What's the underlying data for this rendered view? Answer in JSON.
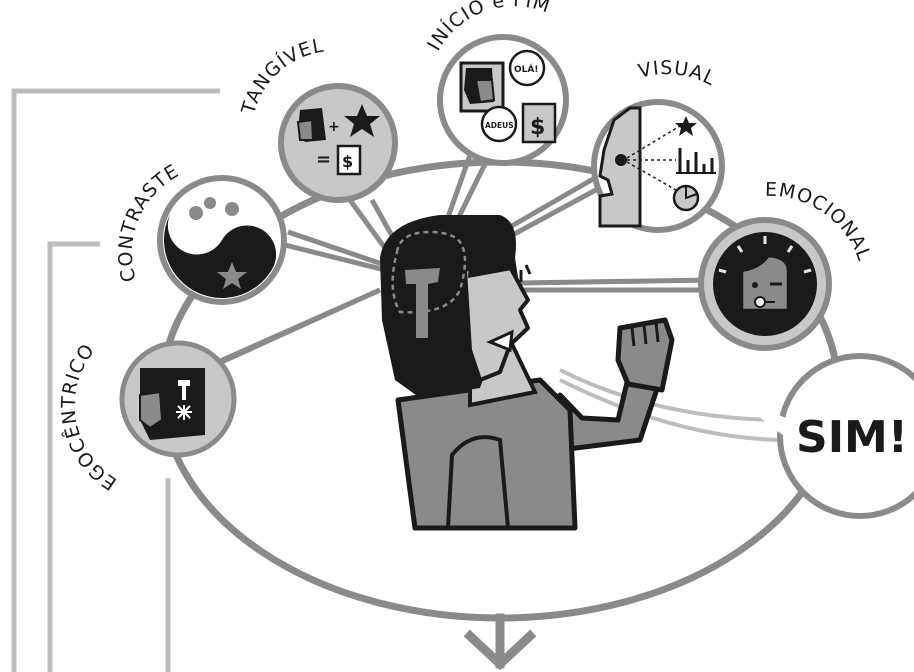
{
  "labels": {
    "egocentrico": "EGOCÊNTRICO",
    "contraste": "CONTRASTE",
    "tangivel": "TANGÍVEL",
    "inicio_fim": "INÍCIO e FIM",
    "visual": "VISUAL",
    "emocional": "EMOCIONAL"
  },
  "bubbles": {
    "ola": "OLÁ!",
    "adeus": "ADEUS",
    "dollar": "$",
    "plus": "+",
    "equals": "=",
    "sim": "SIM!"
  },
  "colors": {
    "ink": "#1a1a1a",
    "mid_gray": "#8a8a8a",
    "light_gray": "#c8c8c8",
    "pale_gray": "#e6e6e6",
    "bracket_gray": "#bdbdbd"
  }
}
